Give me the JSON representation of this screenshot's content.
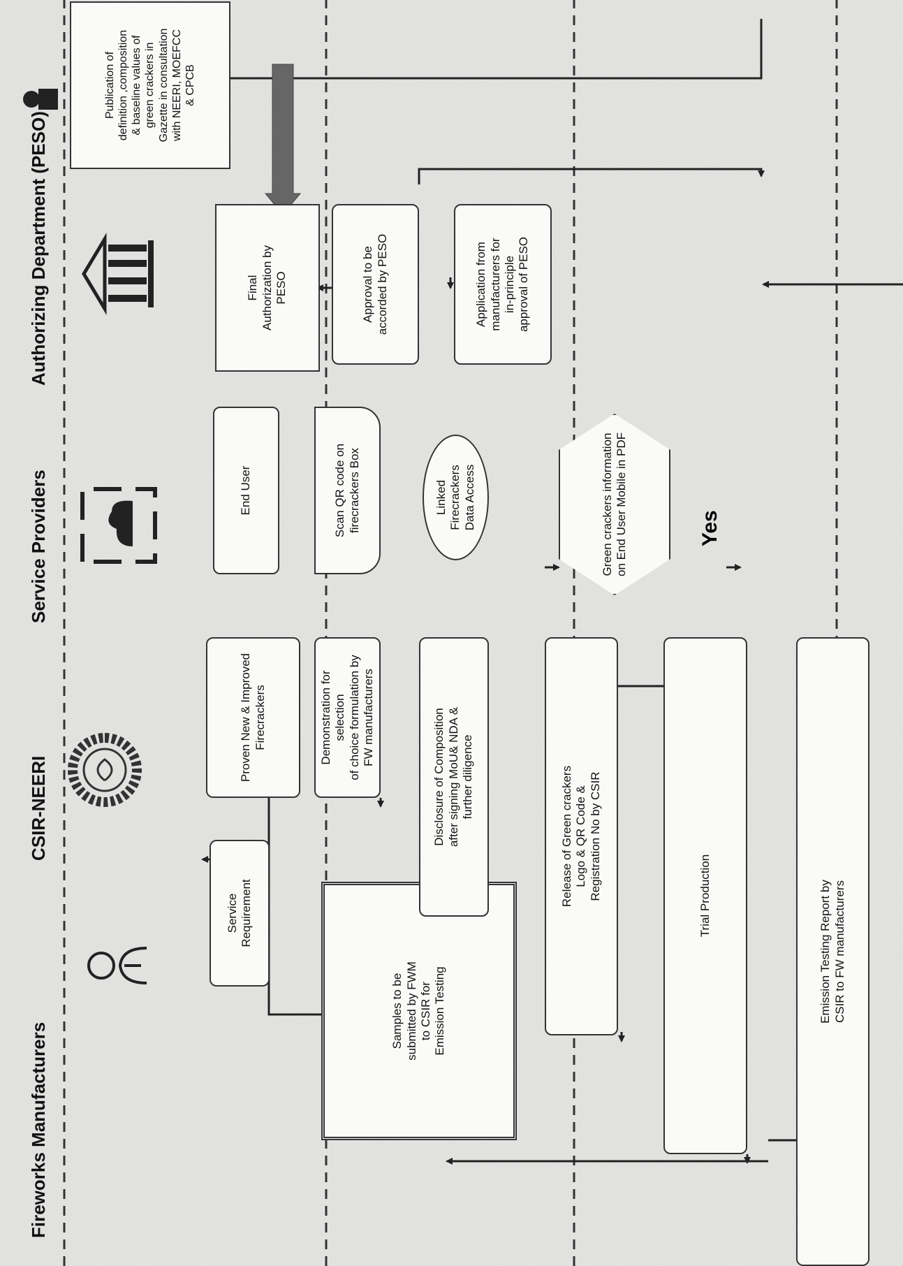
{
  "lanes": {
    "manufacturers": "Fireworks Manufacturers",
    "csir": "CSIR-NEERI",
    "service": "Service Providers",
    "authorizing": "Authorizing Department (PESO)"
  },
  "boxes": {
    "service_requirement": "Service\nRequirement",
    "samples": "Samples to be\nsubmitted by FWM\nto CSIR for\nEmission Testing",
    "proven": "Proven New & Improved\nFirecrackers",
    "demonstration": "Demonstration for selection\nof choice formulation by\nFW manufacturers",
    "disclosure": "Disclosure of Composition\nafter signing MoU& NDA &\nfurther diligence",
    "release": "Release of Green crackers\nLogo & QR Code &\nRegistration No by CSIR",
    "trial": "Trial Production",
    "emission": "Emission Testing Report by\nCSIR to FW manufacturers",
    "end_user": "End User",
    "scan_qr": "Scan QR code on\nfirecrackers Box",
    "linked": "Linked\nFirecrackers\nData Access",
    "green_info": "Green crackers information\non End User Mobile in PDF",
    "final_auth": "Final\nAuthorization by\nPESO",
    "approval": "Approval to be\naccorded  by PESO",
    "application": "Application from\nmanufacturers for\nin-principle\napproval of PESO",
    "publication": "Publication of\ndefinition ,composition\n& baseline values of\ngreen crackers in\nGazette in consultation\nwith NEERI, MOEFCC\n& CPCB"
  },
  "labels": {
    "yes": "Yes"
  },
  "icons": [
    "person-icon",
    "neeri-logo",
    "cloud-icon",
    "building-icon",
    "user-icon"
  ]
}
